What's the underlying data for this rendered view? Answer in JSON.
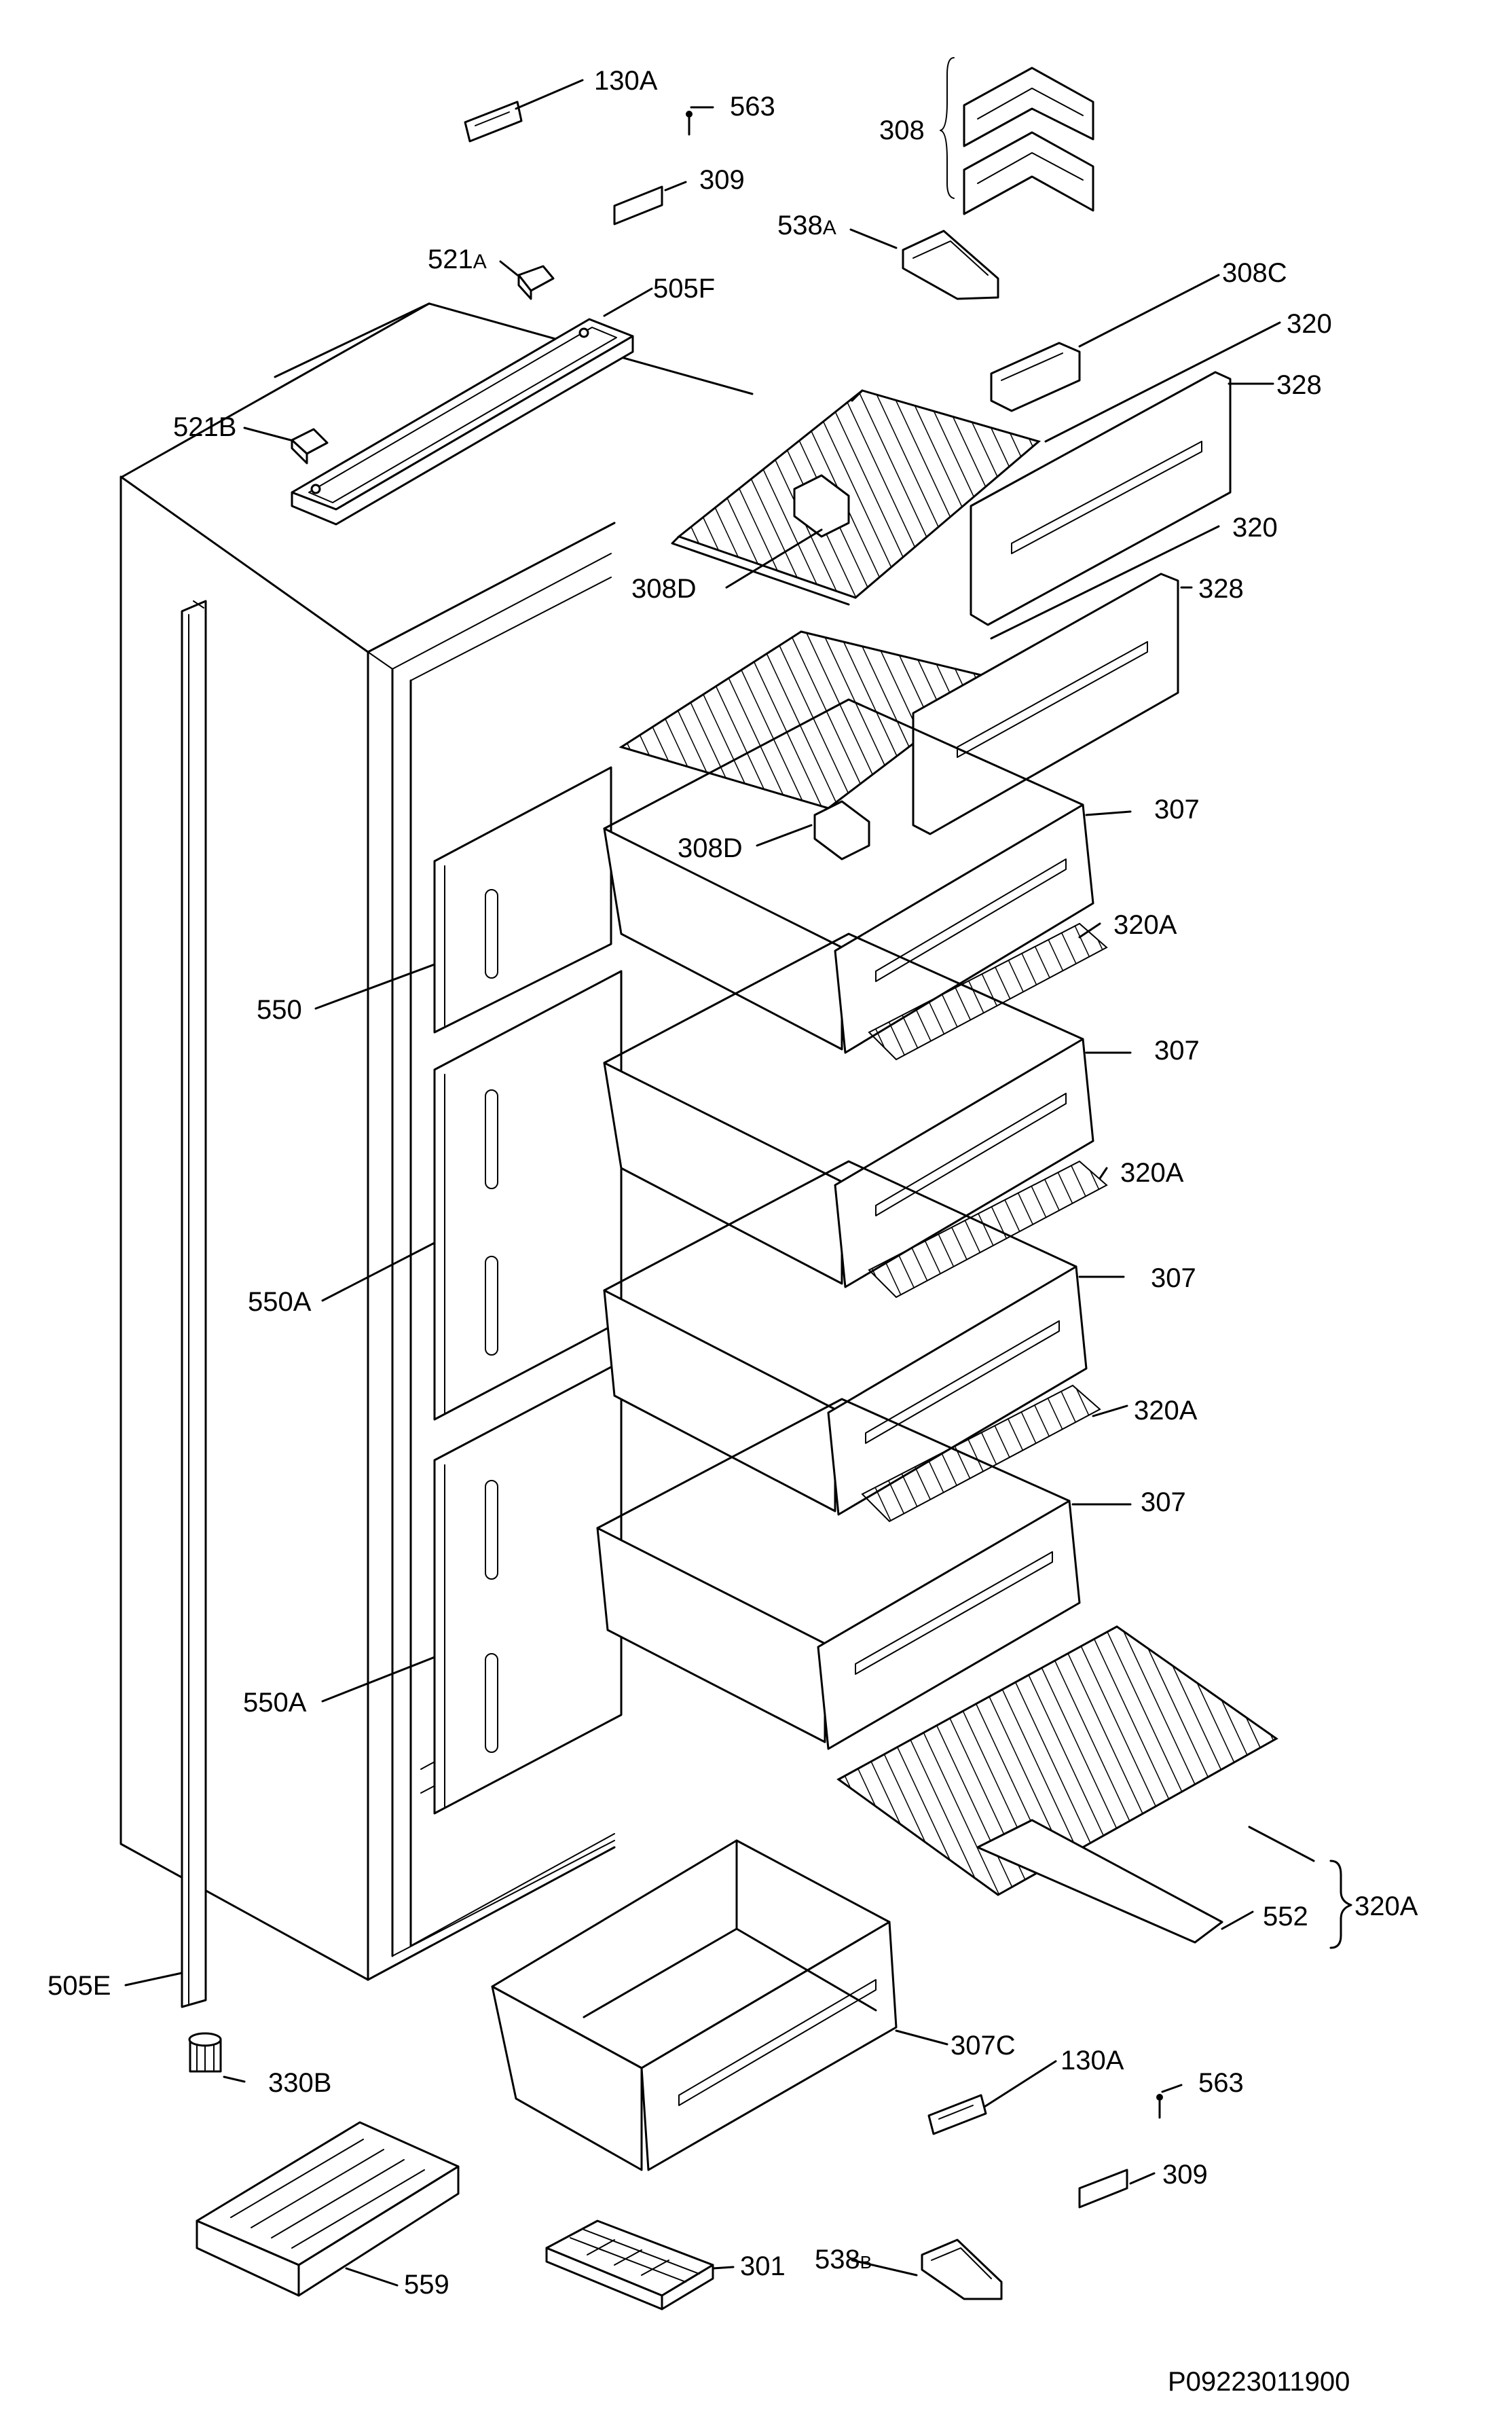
{
  "labels": {
    "p130a_top": "130A",
    "p563_top": "563",
    "p308": "308",
    "p309_top": "309",
    "p538a_num": "538",
    "p538a_suf": "A",
    "p521a_num": "521",
    "p521a_suf": "A",
    "p505f": "505F",
    "p308c": "308C",
    "p320_a": "320",
    "p521b": "521B",
    "p328_a": "328",
    "p320_b": "320",
    "p308d_a": "308D",
    "p328_b": "328",
    "p307_a": "307",
    "p308d_b": "308D",
    "p320a_a": "320A",
    "p550": "550",
    "p307_b": "307",
    "p320a_b": "320A",
    "p307_c": "307",
    "p550a_a": "550A",
    "p320a_c": "320A",
    "p307_d": "307",
    "p550a_b": "550A",
    "p320a_d": "320A",
    "p552": "552",
    "p505e": "505E",
    "p307c": "307C",
    "p130a_bot": "130A",
    "p563_bot": "563",
    "p330b": "330B",
    "p309_bot": "309",
    "p559": "559",
    "p301": "301",
    "p538b_num": "538",
    "p538b_suf": "B",
    "ref": "P09223011900"
  }
}
